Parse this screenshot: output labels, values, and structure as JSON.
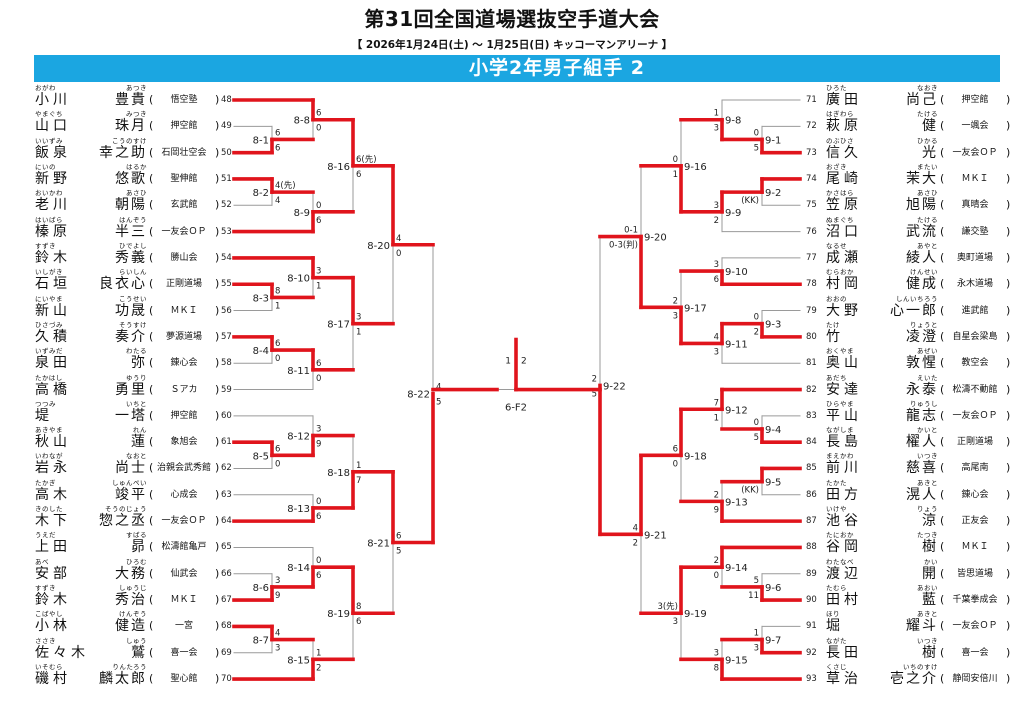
{
  "header": {
    "title": "第31回全国道場選抜空手道大会",
    "subtitle": "【 2026年1月24日(土) ～ 1月25日(日)  キッコーマンアリーナ 】",
    "category": "小学2年男子組手 2",
    "band_color": "#1ba6e1"
  },
  "colors": {
    "win": "#e0141c",
    "line": "#9a9a9a"
  },
  "left_entries": [
    {
      "num": "48",
      "family": "小川",
      "family_kana": "おがわ",
      "given": "豊貴",
      "given_kana": "あつき",
      "dojo": "悟空塾"
    },
    {
      "num": "49",
      "family": "山口",
      "family_kana": "やまぐち",
      "given": "珠月",
      "given_kana": "みつき",
      "dojo": "押空館"
    },
    {
      "num": "50",
      "family": "飯泉",
      "family_kana": "いいずみ",
      "given": "幸之助",
      "given_kana": "こうのすけ",
      "dojo": "石岡壮空会"
    },
    {
      "num": "51",
      "family": "新野",
      "family_kana": "にいの",
      "given": "悠歌",
      "given_kana": "はるか",
      "dojo": "聖伸館"
    },
    {
      "num": "52",
      "family": "老川",
      "family_kana": "おいかわ",
      "given": "朝陽",
      "given_kana": "あさひ",
      "dojo": "玄武館"
    },
    {
      "num": "53",
      "family": "榛原",
      "family_kana": "はいばら",
      "given": "半三",
      "given_kana": "はんぞう",
      "dojo": "一友会ＯＰ"
    },
    {
      "num": "54",
      "family": "鈴木",
      "family_kana": "すずき",
      "given": "秀義",
      "given_kana": "ひでよし",
      "dojo": "勝山会"
    },
    {
      "num": "55",
      "family": "石垣",
      "family_kana": "いしがき",
      "given": "良衣心",
      "given_kana": "らいしん",
      "dojo": "正剛道場"
    },
    {
      "num": "56",
      "family": "新山",
      "family_kana": "にいやま",
      "given": "功晟",
      "given_kana": "こうせい",
      "dojo": "ＭＫＩ"
    },
    {
      "num": "57",
      "family": "久積",
      "family_kana": "ひさづみ",
      "given": "奏介",
      "given_kana": "そうすけ",
      "dojo": "夢源道場"
    },
    {
      "num": "58",
      "family": "泉田",
      "family_kana": "いずみだ",
      "given": "弥",
      "given_kana": "わたる",
      "dojo": "錬心会"
    },
    {
      "num": "59",
      "family": "高橋",
      "family_kana": "たかはし",
      "given": "勇里",
      "given_kana": "ゆうり",
      "dojo": "Ｓアカ"
    },
    {
      "num": "60",
      "family": "堤",
      "family_kana": "つつみ",
      "given": "一塔",
      "given_kana": "いちと",
      "dojo": "押空館"
    },
    {
      "num": "61",
      "family": "秋山",
      "family_kana": "あきやま",
      "given": "蓮",
      "given_kana": "れん",
      "dojo": "象旭会"
    },
    {
      "num": "62",
      "family": "岩永",
      "family_kana": "いわなが",
      "given": "尚士",
      "given_kana": "なおと",
      "dojo": "治親会武秀館"
    },
    {
      "num": "63",
      "family": "高木",
      "family_kana": "たかぎ",
      "given": "竣平",
      "given_kana": "しゅんぺい",
      "dojo": "心成会"
    },
    {
      "num": "64",
      "family": "木下",
      "family_kana": "きのした",
      "given": "惣之丞",
      "given_kana": "そうのじょう",
      "dojo": "一友会ＯＰ"
    },
    {
      "num": "65",
      "family": "上田",
      "family_kana": "うえだ",
      "given": "昴",
      "given_kana": "すばる",
      "dojo": "松濤館亀戸"
    },
    {
      "num": "66",
      "family": "安部",
      "family_kana": "あべ",
      "given": "大務",
      "given_kana": "ひろむ",
      "dojo": "仙武会"
    },
    {
      "num": "67",
      "family": "鈴木",
      "family_kana": "すずき",
      "given": "秀治",
      "given_kana": "しゅうじ",
      "dojo": "ＭＫＩ"
    },
    {
      "num": "68",
      "family": "小林",
      "family_kana": "こばやし",
      "given": "健造",
      "given_kana": "けんぞう",
      "dojo": "一宮"
    },
    {
      "num": "69",
      "family": "佐々木",
      "family_kana": "ささき",
      "given": "鷲",
      "given_kana": "しゅう",
      "dojo": "喜一会"
    },
    {
      "num": "70",
      "family": "磯村",
      "family_kana": "いそむら",
      "given": "麟太郎",
      "given_kana": "りんたろう",
      "dojo": "聖心館"
    }
  ],
  "right_entries": [
    {
      "num": "71",
      "family": "廣田",
      "family_kana": "ひろた",
      "given": "尚己",
      "given_kana": "なおき",
      "dojo": "押空館"
    },
    {
      "num": "72",
      "family": "萩原",
      "family_kana": "はぎわら",
      "given": "健",
      "given_kana": "たける",
      "dojo": "一颯会"
    },
    {
      "num": "73",
      "family": "信久",
      "family_kana": "のぶひさ",
      "given": "光",
      "given_kana": "ひかる",
      "dojo": "一友会ＯＰ"
    },
    {
      "num": "74",
      "family": "尾崎",
      "family_kana": "おざき",
      "given": "茉大",
      "given_kana": "またい",
      "dojo": "ＭＫＩ"
    },
    {
      "num": "75",
      "family": "笠原",
      "family_kana": "かさはら",
      "given": "旭陽",
      "given_kana": "あさひ",
      "dojo": "真晴会"
    },
    {
      "num": "76",
      "family": "沼口",
      "family_kana": "ぬまぐち",
      "given": "武流",
      "given_kana": "たける",
      "dojo": "謙交塾"
    },
    {
      "num": "77",
      "family": "成瀬",
      "family_kana": "なるせ",
      "given": "綾人",
      "given_kana": "あやと",
      "dojo": "奥町道場"
    },
    {
      "num": "78",
      "family": "村岡",
      "family_kana": "むらおか",
      "given": "健成",
      "given_kana": "けんせい",
      "dojo": "永木道場"
    },
    {
      "num": "79",
      "family": "大野",
      "family_kana": "おおの",
      "given": "心一郎",
      "given_kana": "しんいちろう",
      "dojo": "進武館"
    },
    {
      "num": "80",
      "family": "竹",
      "family_kana": "たけ",
      "given": "凌澄",
      "given_kana": "りょうと",
      "dojo": "自星会梁島"
    },
    {
      "num": "81",
      "family": "奥山",
      "family_kana": "おくやま",
      "given": "敦惺",
      "given_kana": "あぜい",
      "dojo": "教空会"
    },
    {
      "num": "82",
      "family": "安達",
      "family_kana": "あだち",
      "given": "永泰",
      "given_kana": "えいた",
      "dojo": "松濤不動館"
    },
    {
      "num": "83",
      "family": "平山",
      "family_kana": "ひらやま",
      "given": "龍志",
      "given_kana": "りゅうし",
      "dojo": "一友会ＯＰ"
    },
    {
      "num": "84",
      "family": "長島",
      "family_kana": "ながしま",
      "given": "櫂人",
      "given_kana": "かいと",
      "dojo": "正剛道場"
    },
    {
      "num": "85",
      "family": "前川",
      "family_kana": "まえかわ",
      "given": "慈喜",
      "given_kana": "いつき",
      "dojo": "高尾南"
    },
    {
      "num": "86",
      "family": "田方",
      "family_kana": "たかた",
      "given": "滉人",
      "given_kana": "あきと",
      "dojo": "錬心会"
    },
    {
      "num": "87",
      "family": "池谷",
      "family_kana": "いけや",
      "given": "涼",
      "given_kana": "りょう",
      "dojo": "正友会"
    },
    {
      "num": "88",
      "family": "谷岡",
      "family_kana": "たにおか",
      "given": "樹",
      "given_kana": "たつき",
      "dojo": "ＭＫＩ"
    },
    {
      "num": "89",
      "family": "渡辺",
      "family_kana": "わたなべ",
      "given": "開",
      "given_kana": "かい",
      "dojo": "皆思道場"
    },
    {
      "num": "90",
      "family": "田村",
      "family_kana": "たむら",
      "given": "藍",
      "given_kana": "あおい",
      "dojo": "千葉拳成会"
    },
    {
      "num": "91",
      "family": "堀",
      "family_kana": "ほり",
      "given": "耀斗",
      "given_kana": "あきと",
      "dojo": "一友会ＯＰ"
    },
    {
      "num": "92",
      "family": "長田",
      "family_kana": "ながた",
      "given": "樹",
      "given_kana": "いつき",
      "dojo": "喜一会"
    },
    {
      "num": "93",
      "family": "草治",
      "family_kana": "くさじ",
      "given": "壱之介",
      "given_kana": "いちのすけ",
      "dojo": "静岡安倍川"
    }
  ],
  "left_matches": [
    {
      "id": "8-1",
      "round": 1,
      "a": "49",
      "b": "50",
      "top": "6",
      "bottom": "6",
      "winner": "b"
    },
    {
      "id": "8-2",
      "round": 1,
      "a": "51",
      "b": "52",
      "top": "4(先)",
      "bottom": "4",
      "winner": "a"
    },
    {
      "id": "8-3",
      "round": 1,
      "a": "55",
      "b": "56",
      "top": "8",
      "bottom": "1",
      "winner": "a"
    },
    {
      "id": "8-4",
      "round": 1,
      "a": "57",
      "b": "58",
      "top": "6",
      "bottom": "0",
      "winner": "a"
    },
    {
      "id": "8-5",
      "round": 1,
      "a": "61",
      "b": "62",
      "top": "6",
      "bottom": "0",
      "winner": "a"
    },
    {
      "id": "8-6",
      "round": 1,
      "a": "66",
      "b": "67",
      "top": "3",
      "bottom": "9",
      "winner": "b"
    },
    {
      "id": "8-7",
      "round": 1,
      "a": "68",
      "b": "69",
      "top": "4",
      "bottom": "3",
      "winner": "a"
    },
    {
      "id": "8-8",
      "round": 2,
      "a": "48",
      "b": "8-1",
      "top": "6",
      "bottom": "0",
      "winner": "a"
    },
    {
      "id": "8-9",
      "round": 2,
      "a": "8-2",
      "b": "53",
      "top": "0",
      "bottom": "6",
      "winner": "b"
    },
    {
      "id": "8-10",
      "round": 2,
      "a": "54",
      "b": "8-3",
      "top": "3",
      "bottom": "1",
      "winner": "a"
    },
    {
      "id": "8-11",
      "round": 2,
      "a": "8-4",
      "b": "59",
      "top": "6",
      "bottom": "0",
      "winner": "a"
    },
    {
      "id": "8-12",
      "round": 2,
      "a": "60",
      "b": "8-5",
      "top": "3",
      "bottom": "9",
      "winner": "b"
    },
    {
      "id": "8-13",
      "round": 2,
      "a": "63",
      "b": "64",
      "top": "0",
      "bottom": "6",
      "winner": "b"
    },
    {
      "id": "8-14",
      "round": 2,
      "a": "65",
      "b": "8-6",
      "top": "0",
      "bottom": "6",
      "winner": "b"
    },
    {
      "id": "8-15",
      "round": 2,
      "a": "8-7",
      "b": "70",
      "top": "1",
      "bottom": "2",
      "winner": "b"
    },
    {
      "id": "8-16",
      "round": 3,
      "a": "8-8",
      "b": "8-9",
      "top": "6(先)",
      "bottom": "6",
      "winner": "a"
    },
    {
      "id": "8-17",
      "round": 3,
      "a": "8-10",
      "b": "8-11",
      "top": "3",
      "bottom": "1",
      "winner": "a"
    },
    {
      "id": "8-18",
      "round": 3,
      "a": "8-12",
      "b": "8-13",
      "top": "1",
      "bottom": "7",
      "winner": "b"
    },
    {
      "id": "8-19",
      "round": 3,
      "a": "8-14",
      "b": "8-15",
      "top": "8",
      "bottom": "6",
      "winner": "a"
    },
    {
      "id": "8-20",
      "round": 4,
      "a": "8-16",
      "b": "8-17",
      "top": "4",
      "bottom": "0",
      "winner": "a"
    },
    {
      "id": "8-21",
      "round": 4,
      "a": "8-18",
      "b": "8-19",
      "top": "6",
      "bottom": "5",
      "winner": "a"
    },
    {
      "id": "8-22",
      "round": 5,
      "a": "8-20",
      "b": "8-21",
      "top": "4",
      "bottom": "5",
      "winner": "b"
    }
  ],
  "right_matches": [
    {
      "id": "9-1",
      "round": 1,
      "a": "72",
      "b": "73",
      "top": "0",
      "bottom": "5",
      "winner": "b"
    },
    {
      "id": "9-2",
      "round": 1,
      "a": "74",
      "b": "75",
      "top": "",
      "bottom": "(KK)",
      "winner": "a"
    },
    {
      "id": "9-3",
      "round": 1,
      "a": "79",
      "b": "80",
      "top": "0",
      "bottom": "2",
      "winner": "b"
    },
    {
      "id": "9-4",
      "round": 1,
      "a": "83",
      "b": "84",
      "top": "0",
      "bottom": "5",
      "winner": "b"
    },
    {
      "id": "9-5",
      "round": 1,
      "a": "85",
      "b": "86",
      "top": "",
      "bottom": "(KK)",
      "winner": "a"
    },
    {
      "id": "9-6",
      "round": 1,
      "a": "89",
      "b": "90",
      "top": "5",
      "bottom": "11",
      "winner": "b"
    },
    {
      "id": "9-7",
      "round": 1,
      "a": "91",
      "b": "92",
      "top": "1",
      "bottom": "3",
      "winner": "b"
    },
    {
      "id": "9-8",
      "round": 2,
      "a": "71",
      "b": "9-1",
      "top": "1",
      "bottom": "3",
      "winner": "b"
    },
    {
      "id": "9-9",
      "round": 2,
      "a": "9-2",
      "b": "76",
      "top": "3",
      "bottom": "2",
      "winner": "a"
    },
    {
      "id": "9-10",
      "round": 2,
      "a": "77",
      "b": "78",
      "top": "3",
      "bottom": "6",
      "winner": "b"
    },
    {
      "id": "9-11",
      "round": 2,
      "a": "9-3",
      "b": "81",
      "top": "4",
      "bottom": "3",
      "winner": "a"
    },
    {
      "id": "9-12",
      "round": 2,
      "a": "82",
      "b": "9-4",
      "top": "7",
      "bottom": "1",
      "winner": "a"
    },
    {
      "id": "9-13",
      "round": 2,
      "a": "9-5",
      "b": "87",
      "top": "2",
      "bottom": "9",
      "winner": "b"
    },
    {
      "id": "9-14",
      "round": 2,
      "a": "88",
      "b": "9-6",
      "top": "2",
      "bottom": "0",
      "winner": "a"
    },
    {
      "id": "9-15",
      "round": 2,
      "a": "9-7",
      "b": "93",
      "top": "3",
      "bottom": "8",
      "winner": "b"
    },
    {
      "id": "9-16",
      "round": 3,
      "a": "9-8",
      "b": "9-9",
      "top": "0",
      "bottom": "1",
      "winner": "b"
    },
    {
      "id": "9-17",
      "round": 3,
      "a": "9-10",
      "b": "9-11",
      "top": "2",
      "bottom": "3",
      "winner": "b"
    },
    {
      "id": "9-18",
      "round": 3,
      "a": "9-12",
      "b": "9-13",
      "top": "6",
      "bottom": "0",
      "winner": "a"
    },
    {
      "id": "9-19",
      "round": 3,
      "a": "9-14",
      "b": "9-15",
      "top": "3(先)",
      "bottom": "3",
      "winner": "a"
    },
    {
      "id": "9-20",
      "round": 4,
      "a": "9-16",
      "b": "9-17",
      "top": "0-1",
      "bottom": "0-3(判)",
      "winner": "b"
    },
    {
      "id": "9-21",
      "round": 4,
      "a": "9-18",
      "b": "9-19",
      "top": "4",
      "bottom": "2",
      "winner": "a"
    },
    {
      "id": "9-22",
      "round": 5,
      "a": "9-20",
      "b": "9-21",
      "top": "2",
      "bottom": "5",
      "winner": "b"
    }
  ],
  "final": {
    "id": "6-F2",
    "left_score": "1",
    "right_score": "2",
    "winner": "right"
  }
}
